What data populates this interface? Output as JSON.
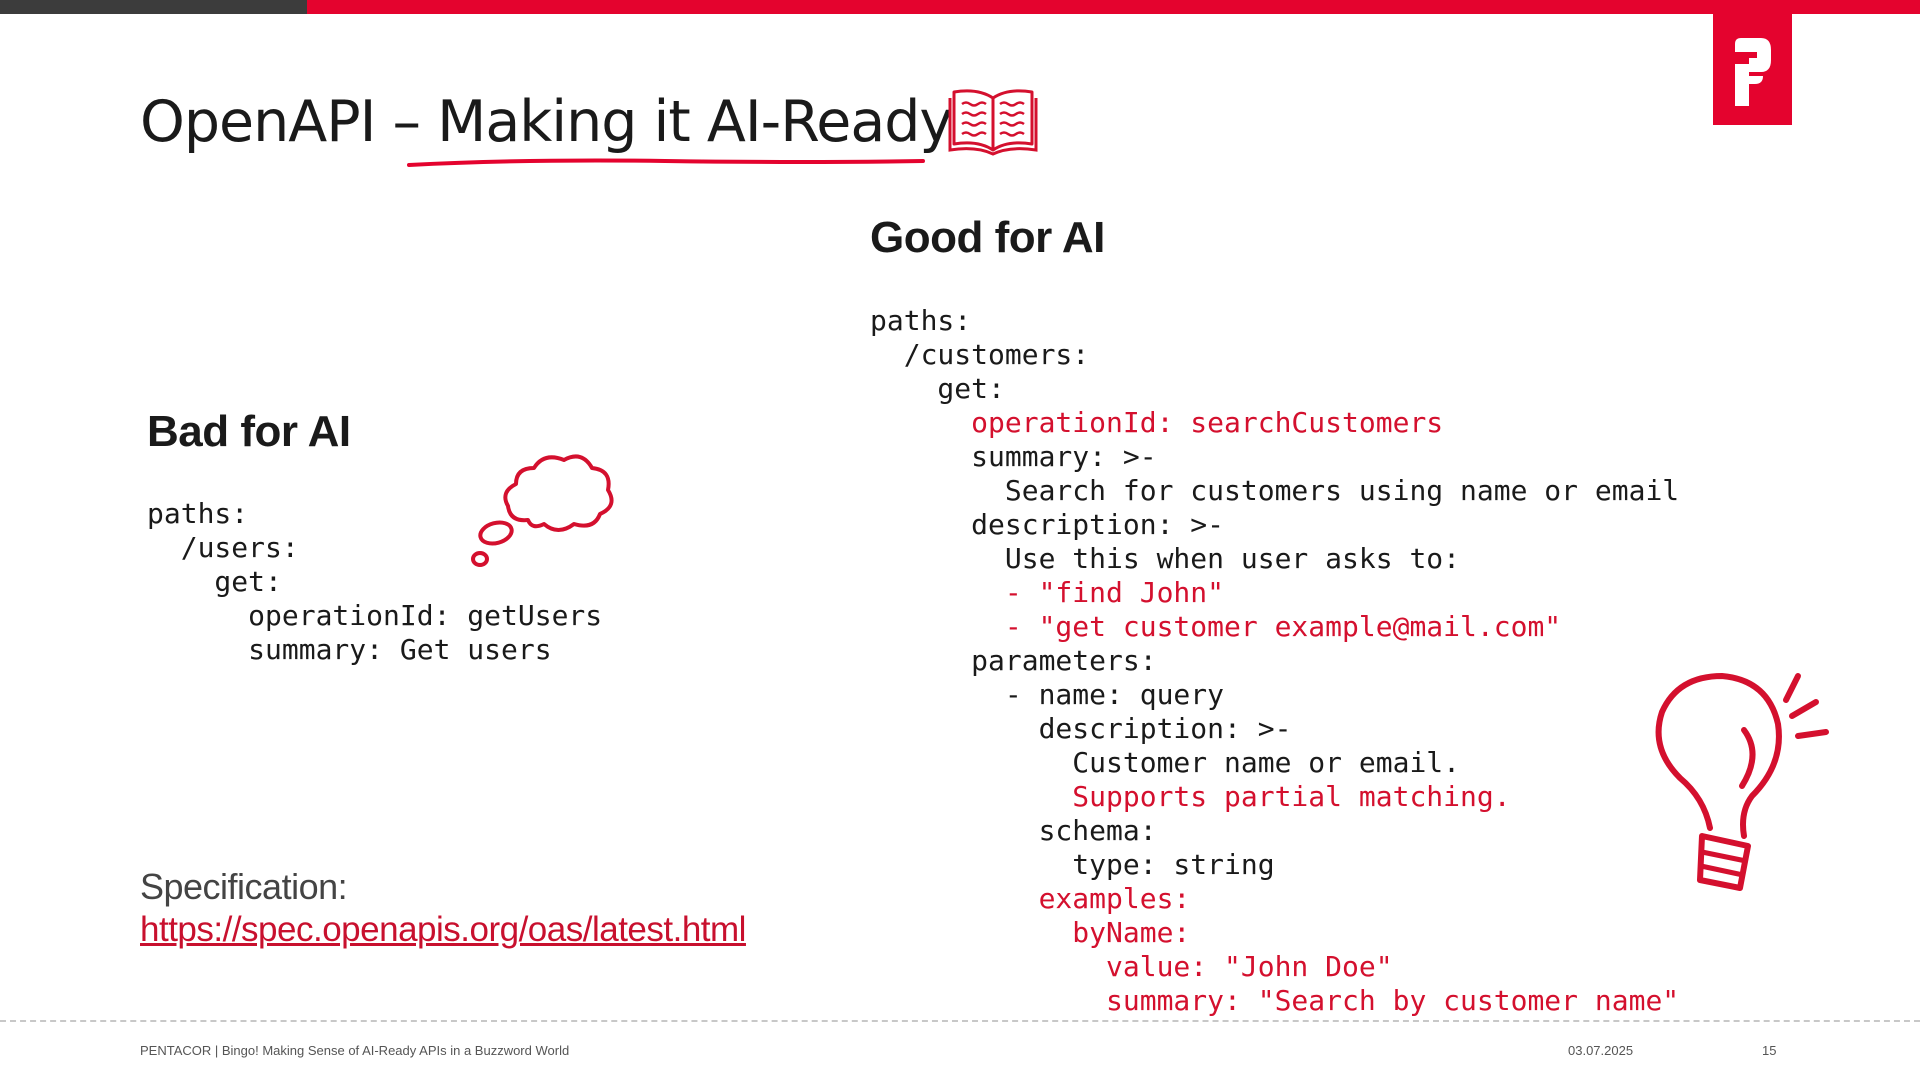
{
  "slide": {
    "title": "OpenAPI – Making it AI-Ready",
    "bad_heading": "Bad for AI",
    "good_heading": "Good for AI",
    "bad_code": [
      {
        "text": "paths:",
        "red": false
      },
      {
        "text": "  /users:",
        "red": false
      },
      {
        "text": "    get:",
        "red": false
      },
      {
        "text": "      operationId: getUsers",
        "red": false
      },
      {
        "text": "      summary: Get users",
        "red": false
      }
    ],
    "good_code": [
      {
        "text": "paths:",
        "red": false
      },
      {
        "text": "  /customers:",
        "red": false
      },
      {
        "text": "    get:",
        "red": false
      },
      {
        "text": "      operationId: searchCustomers",
        "red": true
      },
      {
        "text": "      summary: >-",
        "red": false
      },
      {
        "text": "        Search for customers using name or email",
        "red": false
      },
      {
        "text": "      description: >-",
        "red": false
      },
      {
        "text": "        Use this when user asks to:",
        "red": false
      },
      {
        "text": "        - \"find John\"",
        "red": true
      },
      {
        "text": "        - \"get customer example@mail.com\"",
        "red": true
      },
      {
        "text": "      parameters:",
        "red": false
      },
      {
        "text": "        - name: query",
        "red": false
      },
      {
        "text": "          description: >-",
        "red": false
      },
      {
        "text": "            Customer name or email.",
        "red": false
      },
      {
        "text": "            Supports partial matching.",
        "red": true
      },
      {
        "text": "          schema:",
        "red": false
      },
      {
        "text": "            type: string",
        "red": false
      },
      {
        "text": "          examples:",
        "red": true
      },
      {
        "text": "            byName:",
        "red": true
      },
      {
        "text": "              value: \"John Doe\"",
        "red": true
      },
      {
        "text": "              summary: \"Search by customer name\"",
        "red": true
      }
    ],
    "spec_label": "Specification:",
    "spec_link": "https://spec.openapis.org/oas/latest.html"
  },
  "footer": {
    "text": "PENTACOR | Bingo! Making Sense of AI-Ready APIs in a Buzzword World",
    "date": "03.07.2025",
    "page": "15"
  },
  "icons": {
    "logo": "pentacor-logo",
    "book": "open-book-icon",
    "cloud": "thought-bubble-icon",
    "bulb": "lightbulb-icon"
  },
  "colors": {
    "brand_red": "#e4032e",
    "code_red": "#d4102e",
    "dark_bar": "#3c3c3c"
  }
}
